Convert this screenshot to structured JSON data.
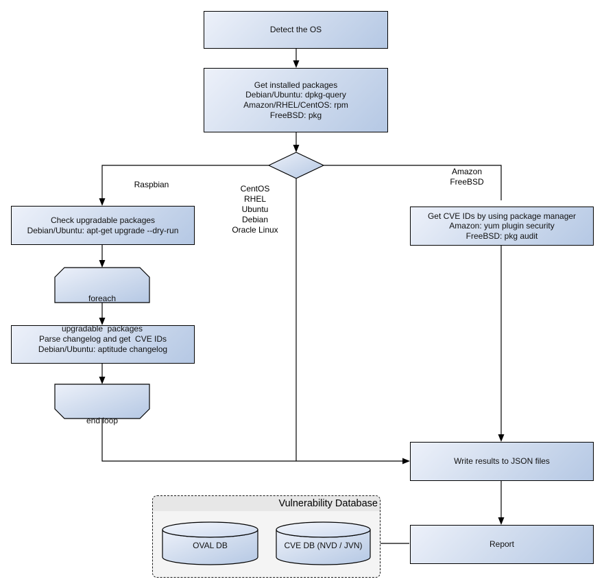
{
  "colors": {
    "node_fill_start": "#edf1fa",
    "node_fill_end": "#b5c8e4",
    "node_border": "#000000",
    "line": "#000000",
    "container_fill": "#f4f4f4",
    "container_header_fill": "#e7e7e7"
  },
  "nodes": {
    "detect_os": {
      "lines": [
        "Detect the OS"
      ]
    },
    "get_installed_packages": {
      "lines": [
        "Get installed packages",
        "Debian/Ubuntu: dpkg-query",
        "Amazon/RHEL/CentOS: rpm",
        "FreeBSD: pkg"
      ]
    },
    "check_upgradable": {
      "lines": [
        "Check upgradable packages",
        "Debian/Ubuntu: apt-get upgrade --dry-run"
      ]
    },
    "foreach_loop": {
      "lines": [
        "foreach",
        "upgradable  packages"
      ]
    },
    "parse_changelog": {
      "lines": [
        "Parse changelog and get  CVE IDs",
        "Debian/Ubuntu: aptitude changelog"
      ]
    },
    "end_loop": {
      "lines": [
        "end loop"
      ]
    },
    "get_cve_ids": {
      "lines": [
        "Get CVE IDs by using package manager",
        "Amazon: yum plugin security",
        "FreeBSD: pkg audit"
      ]
    },
    "write_results": {
      "lines": [
        "Write results to JSON files"
      ]
    },
    "report": {
      "lines": [
        "Report"
      ]
    }
  },
  "edge_labels": {
    "left_branch": "Raspbian",
    "middle_branch": [
      "CentOS",
      "RHEL",
      "Ubuntu",
      "Debian",
      "Oracle Linux"
    ],
    "right_branch": [
      "Amazon",
      "FreeBSD"
    ]
  },
  "database": {
    "title": "Vulnerability Database",
    "cylinders": [
      "OVAL DB",
      "CVE DB (NVD / JVN)"
    ]
  }
}
